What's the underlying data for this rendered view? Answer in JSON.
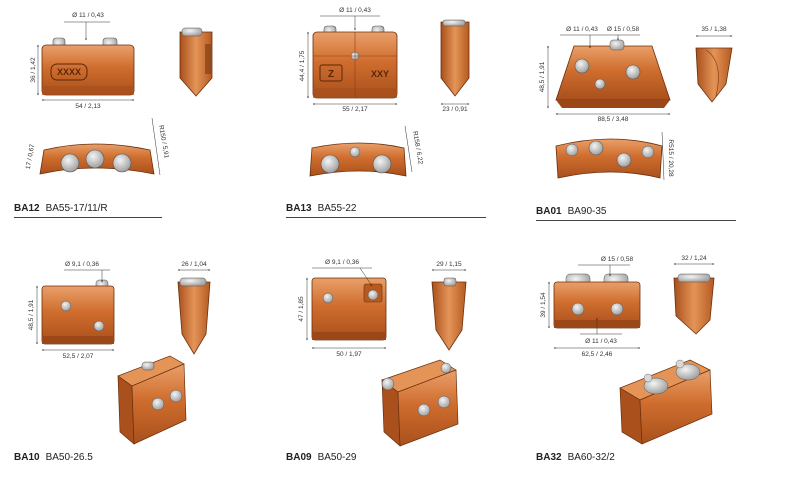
{
  "colors": {
    "body": "#c8662a",
    "dark": "#9b4718",
    "light": "#e08a4a",
    "metal": "#c9c9c9",
    "line": "#333333"
  },
  "products": [
    {
      "code": "BA12",
      "model": "BA55-17/11/R",
      "dims": {
        "hole": "Ø 11 / 0,43",
        "height": "36 / 1,42",
        "width": "54 / 2,13",
        "radius": "R150 / 5,91",
        "arc": "17 / 0,67"
      },
      "marking": "XXXX"
    },
    {
      "code": "BA13",
      "model": "BA55-22",
      "dims": {
        "hole": "Ø 11 / 0,43",
        "height": "44,4 / 1,75",
        "width": "55 / 2,17",
        "side": "23 / 0,91",
        "radius": "R158 / 6,22"
      },
      "marking_left": "Z",
      "marking_right": "XXY"
    },
    {
      "code": "BA01",
      "model": "BA90-35",
      "dims": {
        "hole1": "Ø 11 / 0,43",
        "hole2": "Ø 15 / 0,58",
        "side": "35 / 1,38",
        "height": "48,5 / 1,91",
        "width": "88,5 / 3,48",
        "radius": "R515 / 20,28"
      }
    },
    {
      "code": "BA10",
      "model": "BA50-26.5",
      "dims": {
        "hole": "Ø 9,1 / 0,36",
        "height": "48,5 / 1,91",
        "width": "52,5 / 2,07",
        "side": "26 / 1,04"
      }
    },
    {
      "code": "BA09",
      "model": "BA50-29",
      "dims": {
        "hole": "Ø 9,1 / 0,36",
        "height": "47 / 1,85",
        "width": "50 / 1,97",
        "side": "29 / 1,15"
      }
    },
    {
      "code": "BA32",
      "model": "BA60-32/2",
      "dims": {
        "hole1": "Ø 15 / 0,58",
        "hole2": "Ø 11 / 0,43",
        "height": "39 / 1,54",
        "width": "62,5 / 2,46",
        "side": "32 / 1,24"
      }
    }
  ]
}
